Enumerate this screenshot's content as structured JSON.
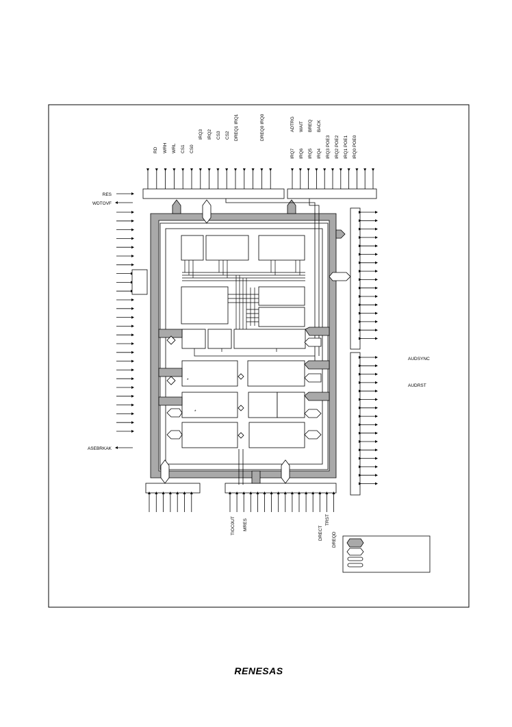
{
  "signals": {
    "top_left": [
      "RD",
      "WRH",
      "WRL",
      "CS1",
      "CS0"
    ],
    "top_mid_a": [
      "IRQ3",
      "IRQ2",
      "CS3",
      "CS2"
    ],
    "dreq1": "DREQ1 IRQ1",
    "dreq0": "DREQ0 IRQ0",
    "top_right_a": [
      "ADTRG",
      "WAIT",
      "BREQ",
      "BACK"
    ],
    "top_right_b": [
      "IRQ7",
      "IRQ6",
      "IRQ5",
      "IRQ4",
      "IRQ3 POE3",
      "IRQ2 POE2",
      "IRQ1 POE1",
      "IRQ0 POE0"
    ],
    "left": [
      "RES",
      "WDTOVF",
      "ASEBRKAK"
    ],
    "right": [
      "AUDSYNC",
      "AUDRST"
    ],
    "bottom": [
      "TIOC0UT",
      "MRES",
      "DRECT",
      "TRST",
      "DREQD"
    ]
  },
  "marks": {
    "asterisk1": "*",
    "asterisk2": "*"
  },
  "logo": "RENESAS"
}
